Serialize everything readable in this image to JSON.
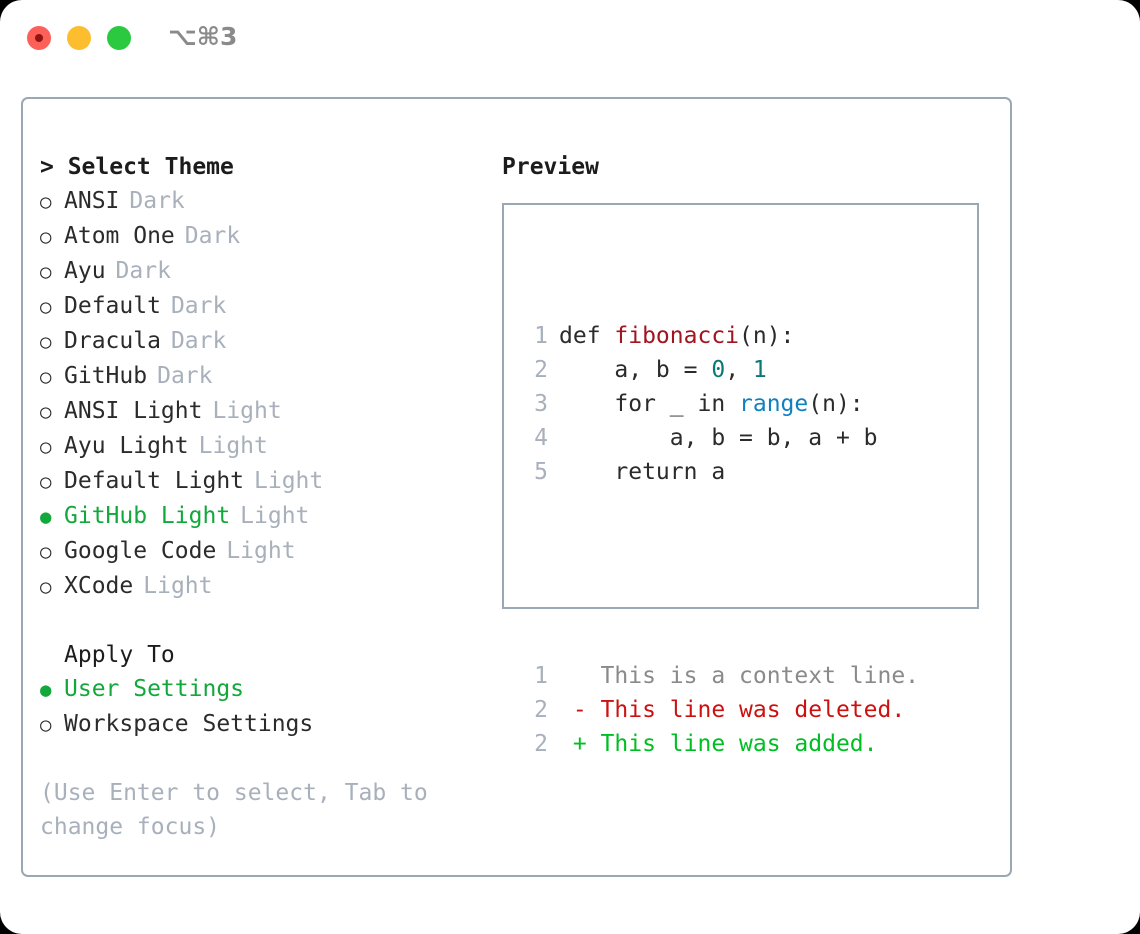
{
  "titlebar": {
    "shortcut": "⌥⌘3",
    "buttons": [
      {
        "name": "close",
        "color": "#fc6059"
      },
      {
        "name": "minimize",
        "color": "#fcbd2e"
      },
      {
        "name": "maximize",
        "color": "#2bc940"
      }
    ]
  },
  "theme_picker": {
    "heading": "> Select Theme",
    "items": [
      {
        "marker": "○",
        "name": "ANSI",
        "kind": "Dark",
        "selected": false
      },
      {
        "marker": "○",
        "name": "Atom One",
        "kind": "Dark",
        "selected": false
      },
      {
        "marker": "○",
        "name": "Ayu",
        "kind": "Dark",
        "selected": false
      },
      {
        "marker": "○",
        "name": "Default",
        "kind": "Dark",
        "selected": false
      },
      {
        "marker": "○",
        "name": "Dracula",
        "kind": "Dark",
        "selected": false
      },
      {
        "marker": "○",
        "name": "GitHub",
        "kind": "Dark",
        "selected": false
      },
      {
        "marker": "○",
        "name": "ANSI Light",
        "kind": "Light",
        "selected": false
      },
      {
        "marker": "○",
        "name": "Ayu Light",
        "kind": "Light",
        "selected": false
      },
      {
        "marker": "○",
        "name": "Default Light",
        "kind": "Light",
        "selected": false
      },
      {
        "marker": "●",
        "name": "GitHub Light",
        "kind": "Light",
        "selected": true
      },
      {
        "marker": "○",
        "name": "Google Code",
        "kind": "Light",
        "selected": false
      },
      {
        "marker": "○",
        "name": "XCode",
        "kind": "Light",
        "selected": false
      }
    ]
  },
  "apply_to": {
    "heading": "Apply To",
    "items": [
      {
        "marker": "●",
        "name": "User Settings",
        "selected": true
      },
      {
        "marker": "○",
        "name": "Workspace Settings",
        "selected": false
      }
    ]
  },
  "help": {
    "text": "(Use Enter to select, Tab to change focus)"
  },
  "preview": {
    "heading": "Preview",
    "code_lines": [
      {
        "ln": "1",
        "tokens": [
          {
            "t": "def ",
            "c": "plain"
          },
          {
            "t": "fibonacci",
            "c": "fn"
          },
          {
            "t": "(n):",
            "c": "plain"
          }
        ]
      },
      {
        "ln": "2",
        "tokens": [
          {
            "t": "    a, b = ",
            "c": "plain"
          },
          {
            "t": "0",
            "c": "num"
          },
          {
            "t": ", ",
            "c": "plain"
          },
          {
            "t": "1",
            "c": "num"
          }
        ]
      },
      {
        "ln": "3",
        "tokens": [
          {
            "t": "    for _ in ",
            "c": "plain"
          },
          {
            "t": "range",
            "c": "call"
          },
          {
            "t": "(n):",
            "c": "plain"
          }
        ]
      },
      {
        "ln": "4",
        "tokens": [
          {
            "t": "        a, b = b, a + b",
            "c": "plain"
          }
        ]
      },
      {
        "ln": "5",
        "tokens": [
          {
            "t": "    return a",
            "c": "plain"
          }
        ]
      }
    ],
    "diff_lines": [
      {
        "ln": "1",
        "prefix": "  ",
        "text": "This is a context line.",
        "kind": "ctx"
      },
      {
        "ln": "2",
        "prefix": "- ",
        "text": "This line was deleted.",
        "kind": "del"
      },
      {
        "ln": "2",
        "prefix": "+ ",
        "text": "This line was added.",
        "kind": "add"
      }
    ]
  },
  "colors": {
    "accent_green": "#12a83c",
    "muted": "#a8b0bb",
    "border": "#9aa7b5",
    "diff_added": "#00bf23",
    "diff_deleted": "#cc1111",
    "token_function": "#a01520",
    "token_number": "#0b7878",
    "token_call": "#1080c0"
  }
}
